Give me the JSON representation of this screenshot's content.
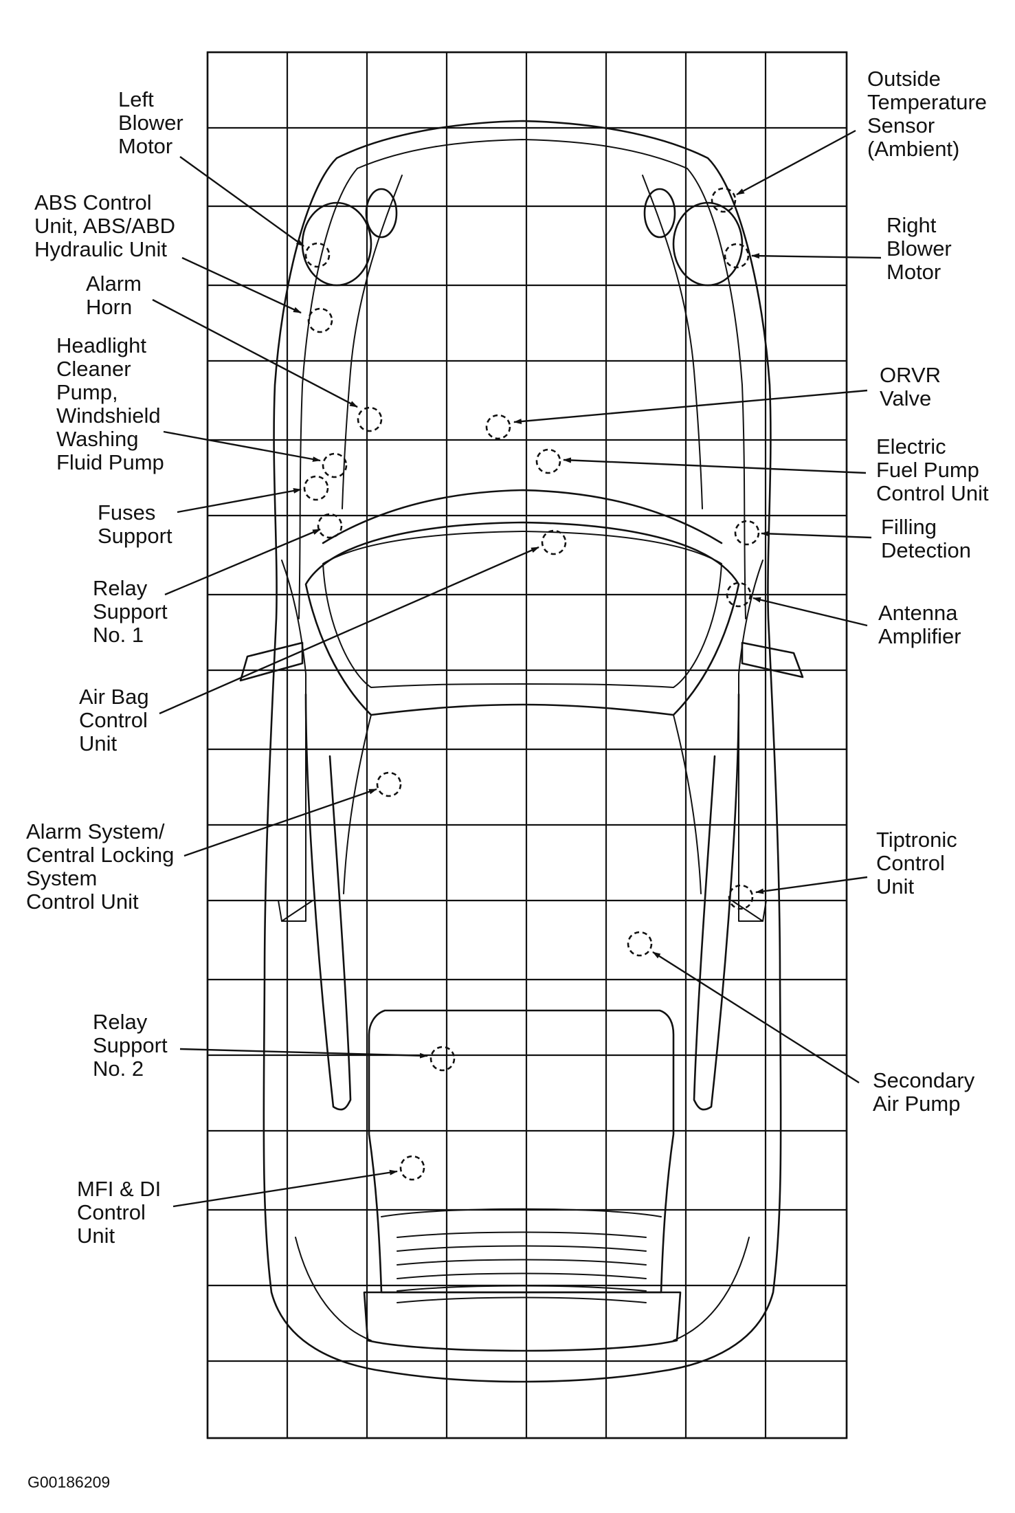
{
  "figure_id": "G00186209",
  "components": [
    {
      "id": "left-blower-motor",
      "lines": [
        "Left",
        "Blower",
        "Motor"
      ]
    },
    {
      "id": "abs-control-unit",
      "lines": [
        "ABS Control",
        "Unit, ABS/ABD",
        "Hydraulic Unit"
      ]
    },
    {
      "id": "alarm-horn",
      "lines": [
        "Alarm",
        "Horn"
      ]
    },
    {
      "id": "headlight-cleaner-pump",
      "lines": [
        "Headlight",
        "Cleaner",
        "Pump,",
        "Windshield",
        "Washing",
        "Fluid Pump"
      ]
    },
    {
      "id": "fuses-support",
      "lines": [
        "Fuses",
        "Support"
      ]
    },
    {
      "id": "relay-support-1",
      "lines": [
        "Relay",
        "Support",
        "No. 1"
      ]
    },
    {
      "id": "air-bag-control-unit",
      "lines": [
        "Air Bag",
        "Control",
        "Unit"
      ]
    },
    {
      "id": "alarm-system-control-unit",
      "lines": [
        "Alarm System/",
        "Central Locking",
        "System",
        "Control Unit"
      ]
    },
    {
      "id": "relay-support-2",
      "lines": [
        "Relay",
        "Support",
        "No. 2"
      ]
    },
    {
      "id": "mfi-di-control-unit",
      "lines": [
        "MFI & DI",
        "Control",
        "Unit"
      ]
    },
    {
      "id": "outside-temperature-sensor",
      "lines": [
        "Outside",
        "Temperature",
        "Sensor",
        "(Ambient)"
      ]
    },
    {
      "id": "right-blower-motor",
      "lines": [
        "Right",
        "Blower",
        "Motor"
      ]
    },
    {
      "id": "orvr-valve",
      "lines": [
        "ORVR",
        "Valve"
      ]
    },
    {
      "id": "electric-fuel-pump-control-unit",
      "lines": [
        "Electric",
        "Fuel Pump",
        "Control Unit"
      ]
    },
    {
      "id": "filling-detection",
      "lines": [
        "Filling",
        "Detection"
      ]
    },
    {
      "id": "antenna-amplifier",
      "lines": [
        "Antenna",
        "Amplifier"
      ]
    },
    {
      "id": "tiptronic-control-unit",
      "lines": [
        "Tiptronic",
        "Control",
        "Unit"
      ]
    },
    {
      "id": "secondary-air-pump",
      "lines": [
        "Secondary",
        "Air Pump"
      ]
    }
  ]
}
